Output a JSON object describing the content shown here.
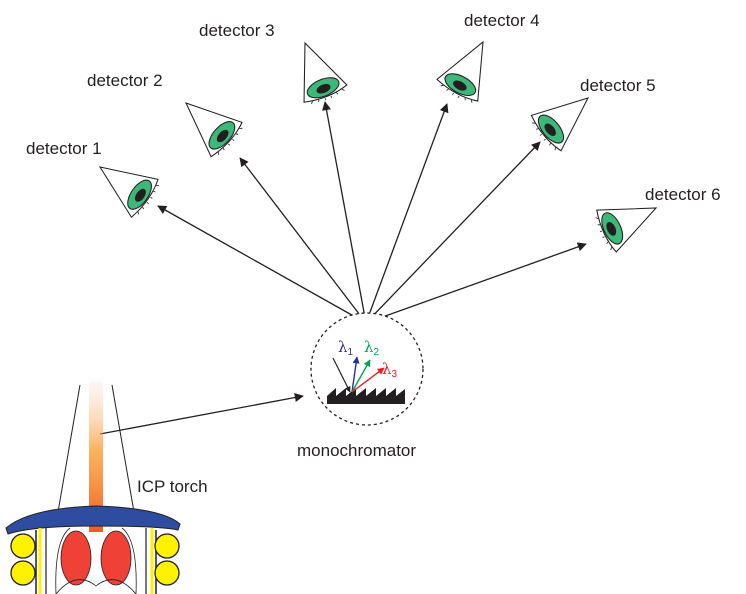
{
  "detectors": [
    {
      "label": "detector 1"
    },
    {
      "label": "detector 2"
    },
    {
      "label": "detector 3"
    },
    {
      "label": "detector 4"
    },
    {
      "label": "detector 5"
    },
    {
      "label": "detector 6"
    }
  ],
  "monochromator": {
    "label": "monochromator",
    "wavelengths": [
      {
        "symbol": "λ",
        "sub": "1",
        "color": "#2e3192"
      },
      {
        "symbol": "λ",
        "sub": "2",
        "color": "#00a651"
      },
      {
        "symbol": "λ",
        "sub": "3",
        "color": "#ed1c24"
      }
    ]
  },
  "torch": {
    "label": "ICP torch",
    "colors": {
      "plate": "#2e4da0",
      "coil": "#fff200",
      "plasma": "#ef4136",
      "beam": "#f15a24"
    }
  },
  "colors": {
    "eye_iris": "#3cb878",
    "eye_pupil": "#231f20",
    "arrow": "#231f20"
  }
}
